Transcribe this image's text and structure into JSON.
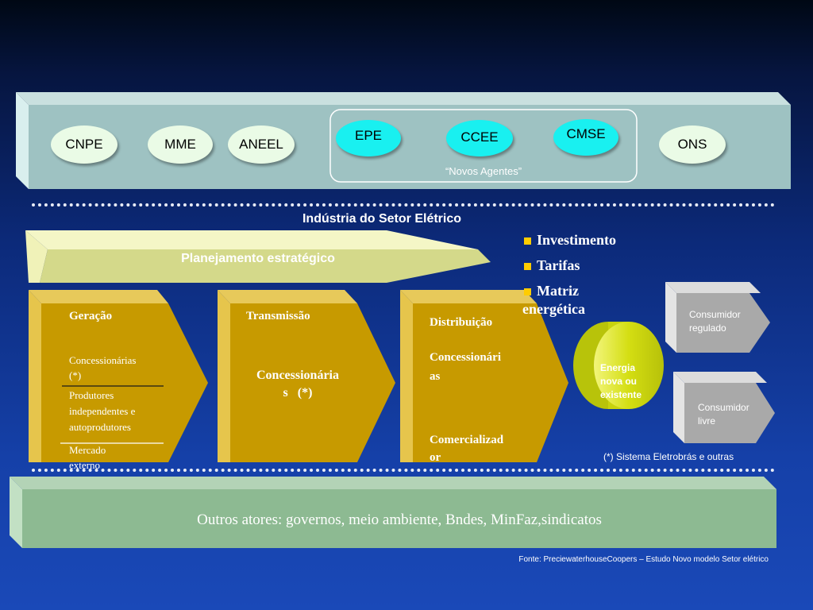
{
  "agents_top": {
    "cnpe": "CNPE",
    "mme": "MME",
    "aneel": "ANEEL",
    "ons": "ONS",
    "epe": "EPE",
    "ccee": "CCEE",
    "cmse": "CMSE",
    "novos_agentes": "“Novos Agentes”"
  },
  "industry_title": "Indústria do Setor Elétrico",
  "planning_label": "Planejamento estratégico",
  "bullets": [
    "Investimento",
    "Tarifas",
    "Matriz",
    "energética"
  ],
  "segments": {
    "geracao": {
      "title": "Geração",
      "items": [
        "Concessionárias",
        "(*)",
        "Produtores",
        "independentes e",
        "autoprodutores",
        "Mercado",
        "externo"
      ]
    },
    "transmissao": {
      "title": "Transmissão",
      "line1": "Concessionária",
      "line2": "s   (*)"
    },
    "distribuicao": {
      "title": "Distribuição",
      "conc1": "Concessionári",
      "conc2": "as",
      "com1": "Comercializad",
      "com2": "or"
    }
  },
  "energia": [
    "Energia",
    "nova ou",
    "existente"
  ],
  "consumers": {
    "regulado": [
      "Consumidor",
      "regulado"
    ],
    "livre": [
      "Consumidor",
      "livre"
    ]
  },
  "note": "(*) Sistema Eletrobrás e outras",
  "bottom_label": "Outros atores: governos, meio ambiente, Bndes, MinFaz,sindicatos",
  "source": "Fonte: PreciewaterhouseCoopers – Estudo Novo modelo Setor elétrico",
  "colors": {
    "top_panel": "#9ec2c2",
    "bottom_panel": "#8dba92",
    "segment": "#c89b00",
    "cyan": "#19f0f0",
    "yellow_cylinder": "#d8e020",
    "bullet": "#ffcc00"
  }
}
